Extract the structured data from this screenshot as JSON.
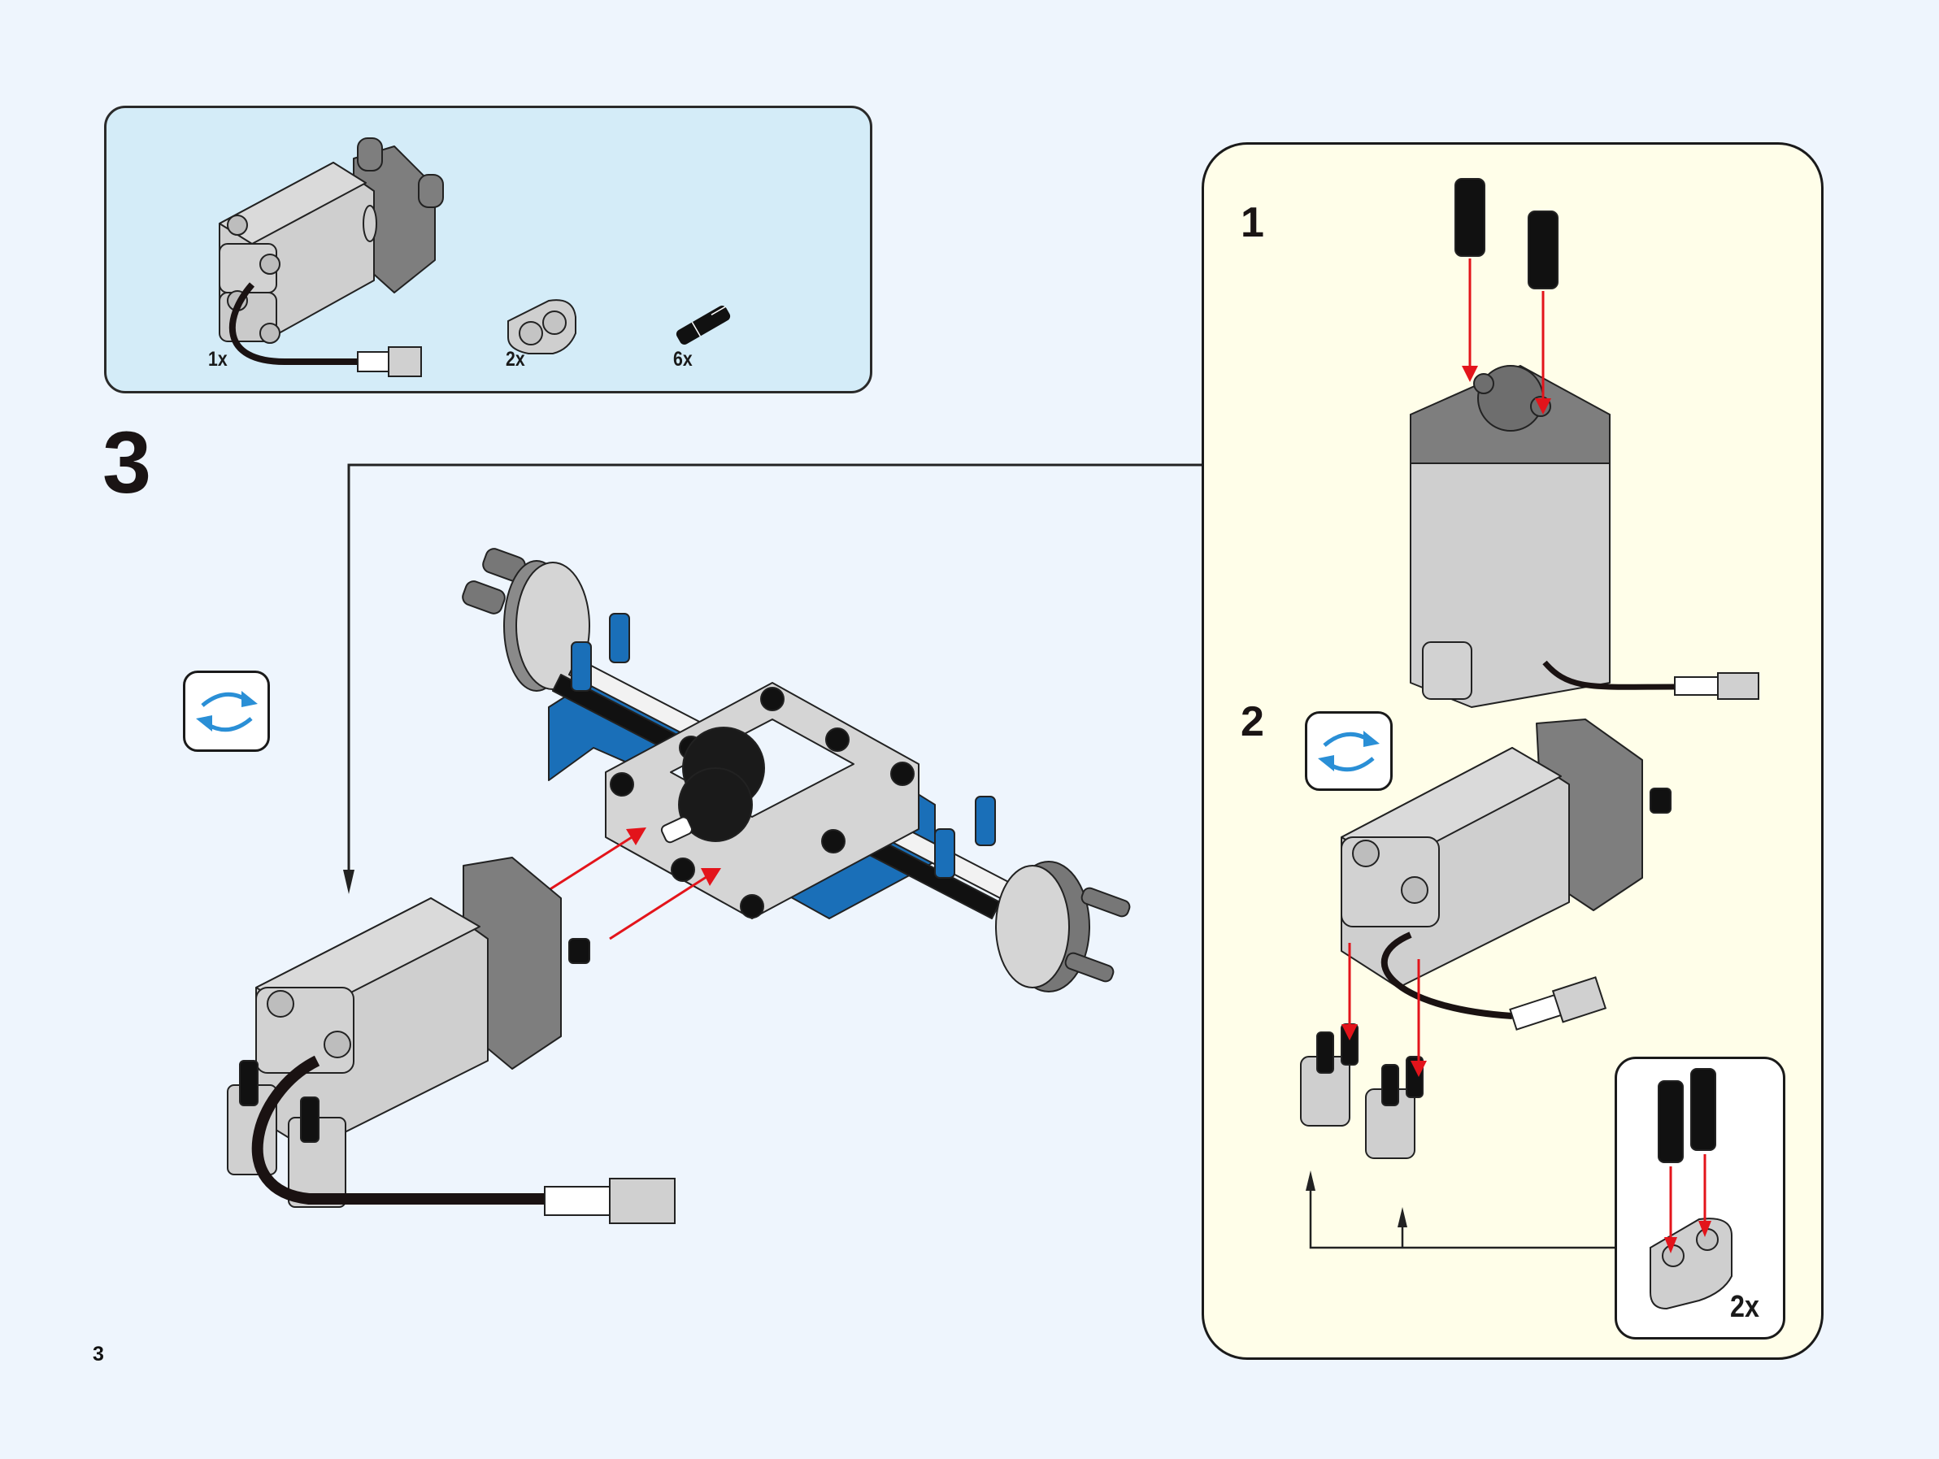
{
  "page": {
    "page_number": "3",
    "step_number": "3",
    "background_color": "#eef5fd"
  },
  "parts_list": {
    "background_color": "#d4ecf8",
    "items": [
      {
        "name": "motor",
        "quantity": "1x"
      },
      {
        "name": "beam-2-light-gray",
        "quantity": "2x"
      },
      {
        "name": "black-friction-pin",
        "quantity": "6x"
      }
    ]
  },
  "main_step": {
    "rotate_icon": "rotate-arrows-icon",
    "colors": {
      "blue": "#1a6fb8",
      "light_gray": "#d0d0d0",
      "dark_gray": "#7e7e7e",
      "arrow_red": "#e3141b"
    }
  },
  "sub_assembly": {
    "background_color": "#fffee9",
    "steps": [
      {
        "number": "1"
      },
      {
        "number": "2",
        "rotate_icon": "rotate-arrows-icon"
      }
    ],
    "sub_box": {
      "quantity": "2x"
    }
  }
}
